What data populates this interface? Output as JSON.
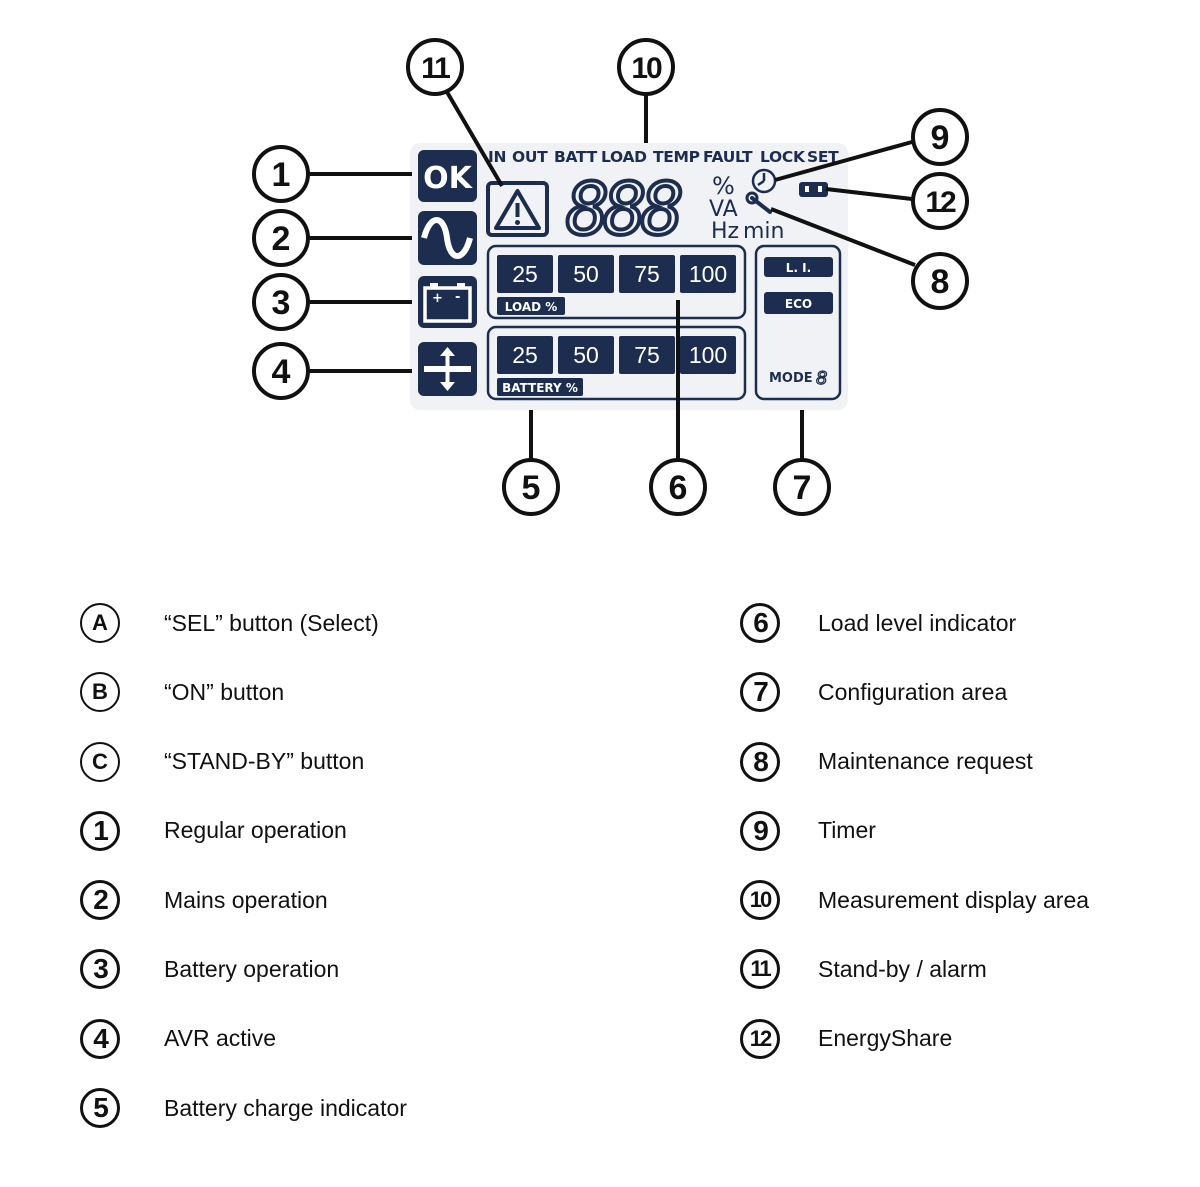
{
  "lcd": {
    "status_bar": [
      "IN",
      "OUT",
      "BATT",
      "LOAD",
      "TEMP",
      "FAULT",
      "LOCK",
      "SET"
    ],
    "digits": "888",
    "units": {
      "percent": "%",
      "va": "VA",
      "hz": "Hz",
      "min": "min"
    },
    "load_bar": {
      "levels": [
        "25",
        "50",
        "75",
        "100"
      ],
      "label": "LOAD %"
    },
    "battery_bar": {
      "levels": [
        "25",
        "50",
        "75",
        "100"
      ],
      "label": "BATTERY %"
    },
    "config": {
      "li": "L. I.",
      "eco": "ECO",
      "mode": "MODE",
      "mode_digit": "8"
    },
    "ok_label": "OK"
  },
  "callouts": {
    "c1": "1",
    "c2": "2",
    "c3": "3",
    "c4": "4",
    "c5": "5",
    "c6": "6",
    "c7": "7",
    "c8": "8",
    "c9": "9",
    "c10": "10",
    "c11": "11",
    "c12": "12"
  },
  "legend": {
    "left": [
      {
        "marker": "A",
        "label": "“SEL” button (Select)"
      },
      {
        "marker": "B",
        "label": "“ON” button"
      },
      {
        "marker": "C",
        "label": "“STAND-BY” button"
      },
      {
        "marker": "1",
        "label": "Regular operation"
      },
      {
        "marker": "2",
        "label": "Mains operation"
      },
      {
        "marker": "3",
        "label": "Battery operation"
      },
      {
        "marker": "4",
        "label": "AVR active"
      },
      {
        "marker": "5",
        "label": "Battery charge indicator"
      }
    ],
    "right": [
      {
        "marker": "6",
        "label": "Load level indicator"
      },
      {
        "marker": "7",
        "label": "Configuration area"
      },
      {
        "marker": "8",
        "label": "Maintenance request"
      },
      {
        "marker": "9",
        "label": "Timer"
      },
      {
        "marker": "10",
        "label": "Measurement display area"
      },
      {
        "marker": "11",
        "label": "Stand-by / alarm"
      },
      {
        "marker": "12",
        "label": "EnergyShare"
      }
    ]
  },
  "colors": {
    "lcd_dark": "#1c2d4f",
    "lcd_bg": "#f1f2f5",
    "ink": "#111111"
  }
}
